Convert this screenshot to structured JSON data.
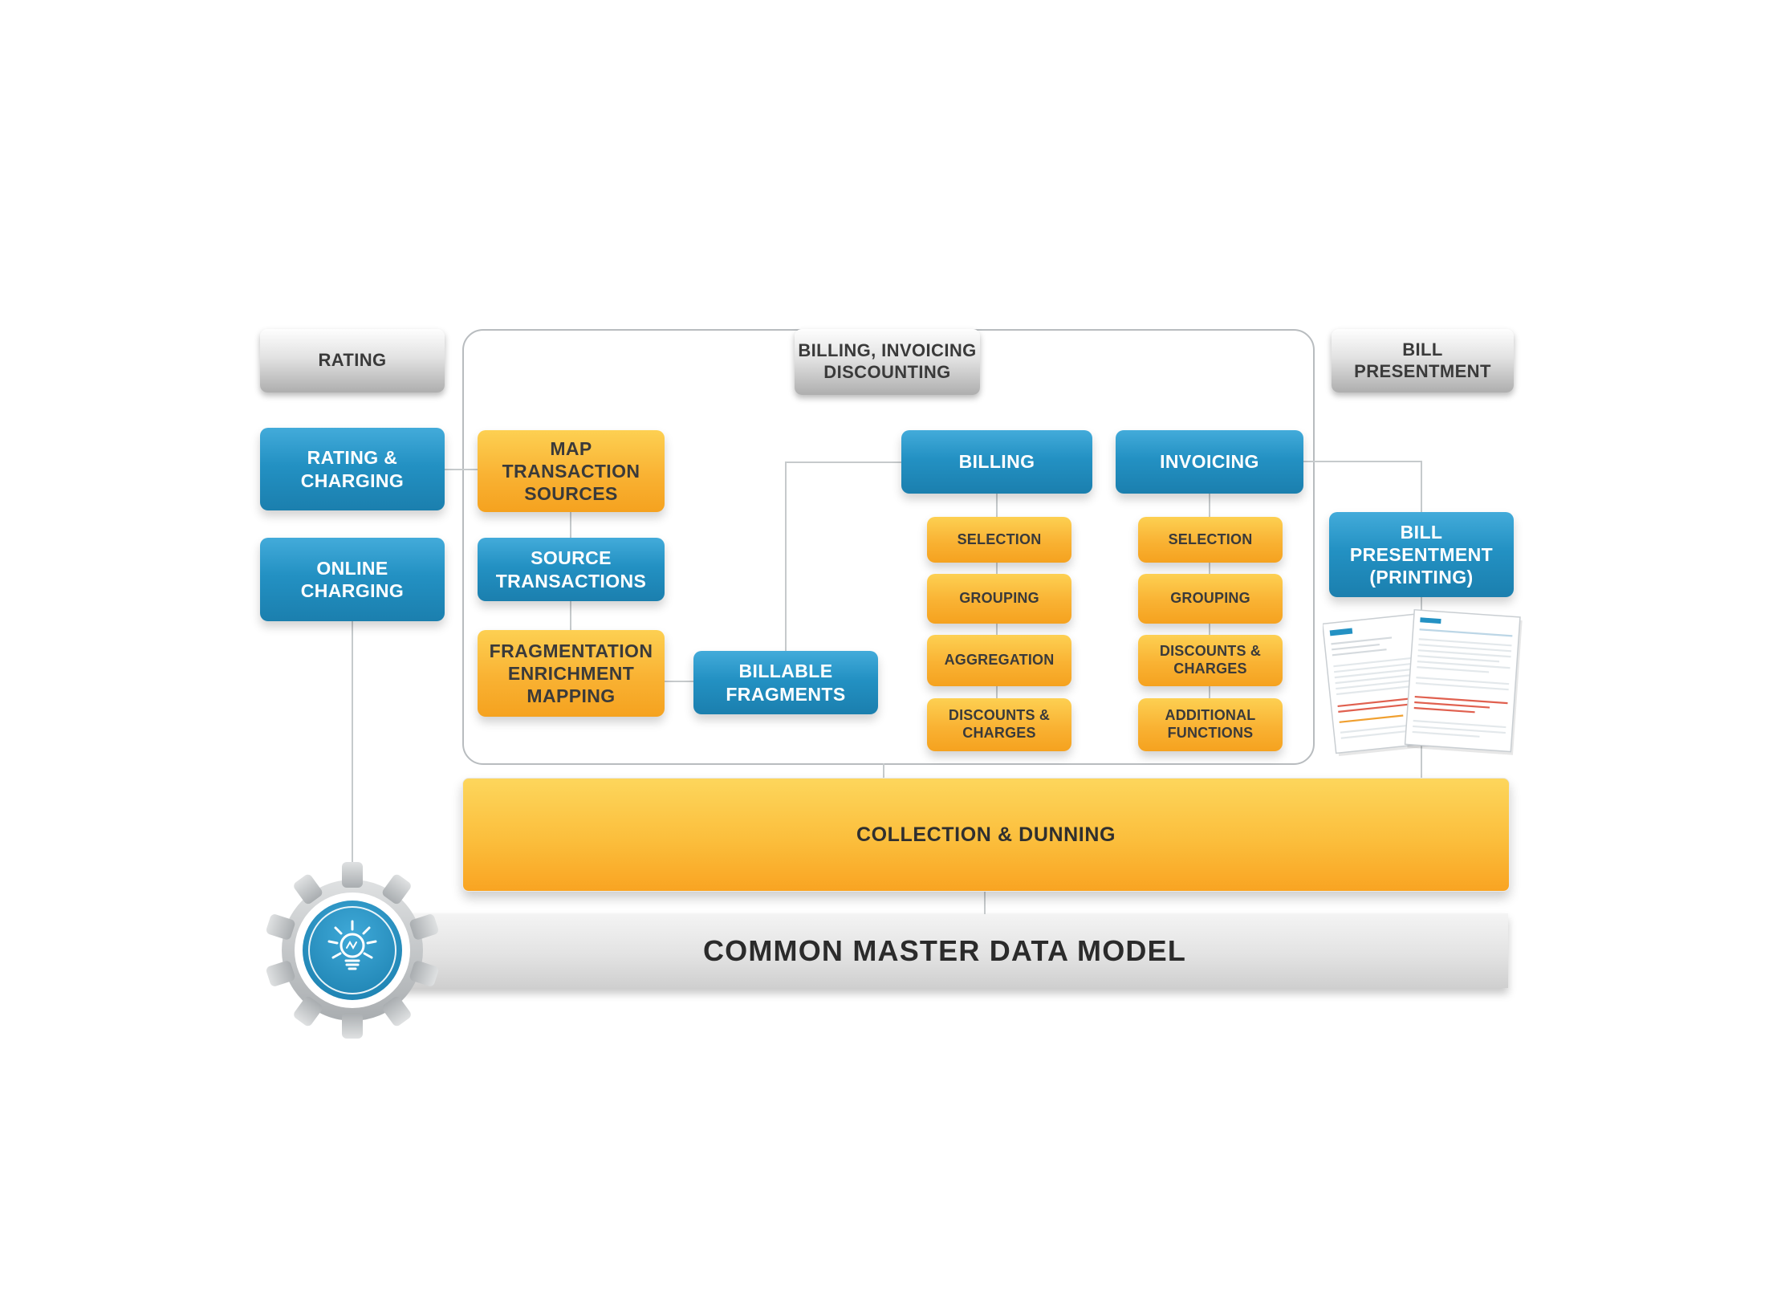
{
  "headers": {
    "rating": "RATING",
    "billing_invoicing_discounting": "BILLING, INVOICING\nDISCOUNTING",
    "bill_presentment": "BILL PRESENTMENT"
  },
  "rating_lane": {
    "rating_charging": "RATING &\nCHARGING",
    "online_charging": "ONLINE\nCHARGING"
  },
  "pipeline": {
    "map_transaction_sources": "MAP\nTRANSACTION\nSOURCES",
    "source_transactions": "SOURCE\nTRANSACTIONS",
    "fragmentation_enrichment_mapping": "FRAGMENTATION\nENRICHMENT\nMAPPING",
    "billable_fragments": "BILLABLE\nFRAGMENTS"
  },
  "billing": {
    "title": "BILLING",
    "steps": [
      "SELECTION",
      "GROUPING",
      "AGGREGATION",
      "DISCOUNTS &\nCHARGES"
    ]
  },
  "invoicing": {
    "title": "INVOICING",
    "steps": [
      "SELECTION",
      "GROUPING",
      "DISCOUNTS &\nCHARGES",
      "ADDITIONAL\nFUNCTIONS"
    ]
  },
  "presentment": {
    "bill_presentment_printing": "BILL\nPRESENTMENT\n(PRINTING)"
  },
  "footer": {
    "collection_dunning": "COLLECTION & DUNNING",
    "common_master_data_model": "COMMON MASTER DATA MODEL"
  },
  "colors": {
    "blue": "#2391c3",
    "orange": "#f9b233",
    "header_gray": "#bfbfbf",
    "line_gray": "#c6cacc"
  },
  "icons": {
    "gear_lightbulb": "gear-lightbulb-icon",
    "invoice_pages": "invoice-documents-icon"
  }
}
